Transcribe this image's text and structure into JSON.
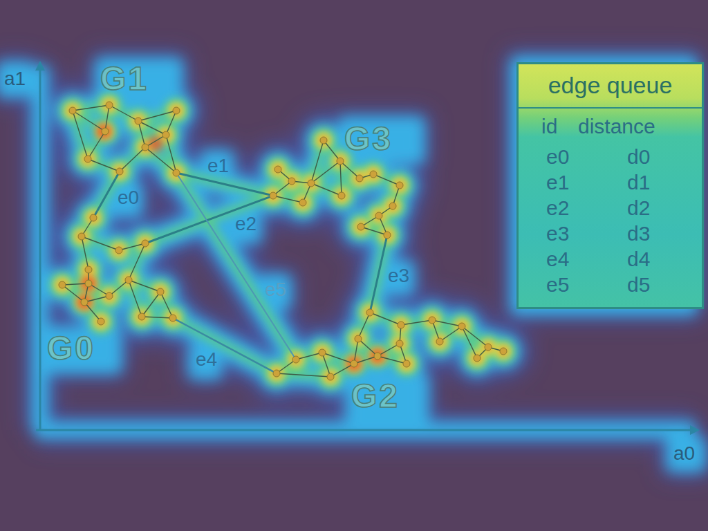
{
  "diagram": {
    "nodes": [
      {
        "text": [
          "G1"
        ]
      },
      {
        "text": [
          "G3"
        ]
      },
      {
        "text": [
          "edge queue"
        ]
      },
      {
        "text": [
          "G0"
        ]
      },
      {
        "text": [
          "G2"
        ]
      }
    ],
    "edges": [
      {
        "from": 0,
        "to": 3,
        "arrow": "none",
        "label": "e0"
      },
      {
        "from": 0,
        "to": 1,
        "arrow": "none",
        "label": "e1"
      },
      {
        "from": 3,
        "to": 1,
        "arrow": "none",
        "label": "e2"
      },
      {
        "from": 1,
        "to": 4,
        "arrow": "none",
        "label": "e3"
      },
      {
        "from": 3,
        "to": 4,
        "arrow": "none",
        "label": "e4"
      },
      {
        "from": 0,
        "to": 4,
        "arrow": "none",
        "label": "e5"
      }
    ],
    "labels": [
      "a1",
      "id",
      "distance",
      "e0",
      "d0",
      "e1",
      "d1",
      "e2",
      "d2",
      "e3",
      "d3",
      "e4",
      "d4",
      "e5",
      "d5",
      "a0"
    ]
  }
}
